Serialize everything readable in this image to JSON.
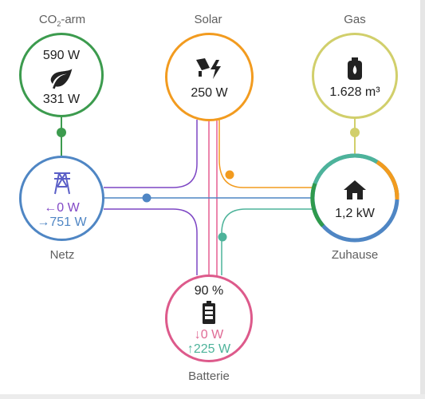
{
  "nodes": {
    "co2": {
      "label": "CO",
      "label_sub": "2",
      "label_suffix": "-arm",
      "value_top": "590 W",
      "value_bottom": "331 W",
      "icon": "leaf-icon",
      "color": "#3c9b4e"
    },
    "solar": {
      "label": "Solar",
      "value": "250 W",
      "icon": "solar-power-icon",
      "color": "#f29b1f"
    },
    "gas": {
      "label": "Gas",
      "value": "1.628 m³",
      "icon": "gas-canister-icon",
      "color": "#d1cf6b"
    },
    "grid": {
      "label": "Netz",
      "export_value": "←0 W",
      "import_value": "→751 W",
      "icon": "transmission-tower-icon",
      "color": "#4f86c4"
    },
    "home": {
      "label": "Zuhause",
      "value": "1,2 kW",
      "icon": "home-icon",
      "color": "#2f9a4d"
    },
    "battery": {
      "label": "Batterie",
      "state_of_charge": "90 %",
      "charge_value": "↓0 W",
      "discharge_value": "↑225 W",
      "icon": "battery-icon",
      "color": "#dd5a8b"
    }
  },
  "colors": {
    "grid_flow": "#4f86c4",
    "solar_flow": "#f29b1f",
    "battery_flow": "#e65f92",
    "battery_to_home_flow": "#4db39a",
    "purple_flow": "#7d46c4",
    "green_flow": "#3c9b4e",
    "gas_flow": "#d1cf6b"
  }
}
